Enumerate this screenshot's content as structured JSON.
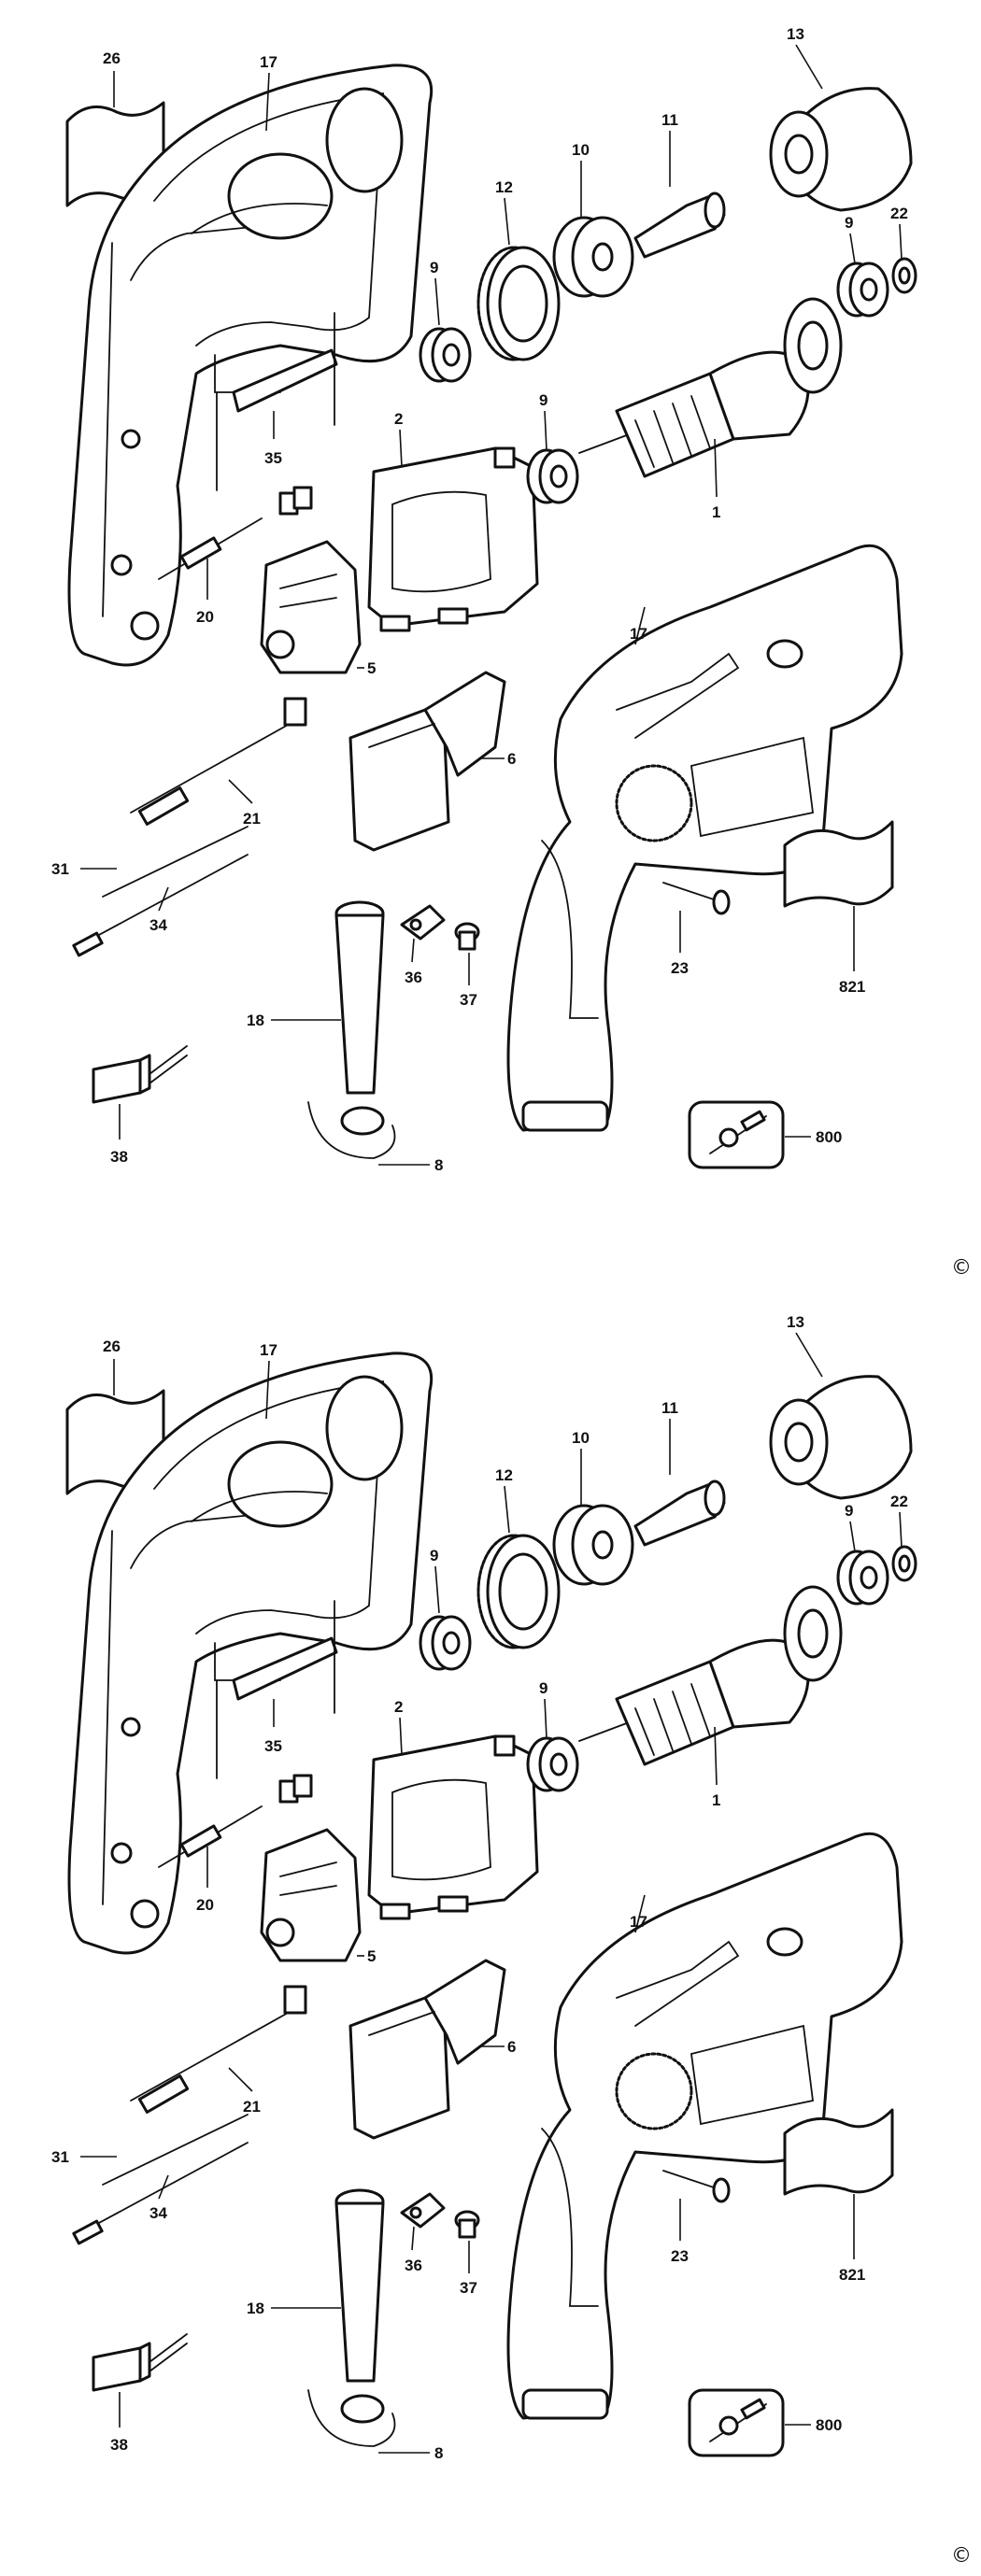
{
  "copyright_symbol": "©",
  "sheets": [
    {
      "labels": {
        "p26": "26",
        "p17a": "17",
        "p13": "13",
        "p11": "11",
        "p10": "10",
        "p12": "12",
        "p9a": "9",
        "p22": "22",
        "p9b": "9",
        "p9c": "9",
        "p2": "2",
        "p35": "35",
        "p1": "1",
        "p20": "20",
        "p5": "5",
        "p17b": "17",
        "p6": "6",
        "p21": "21",
        "p31": "31",
        "p34": "34",
        "p36": "36",
        "p37": "37",
        "p23": "23",
        "p821": "821",
        "p18": "18",
        "p38": "38",
        "p8": "8",
        "p800": "800"
      }
    },
    {
      "labels": {
        "p26": "26",
        "p17a": "17",
        "p13": "13",
        "p11": "11",
        "p10": "10",
        "p12": "12",
        "p9a": "9",
        "p22": "22",
        "p9b": "9",
        "p9c": "9",
        "p2": "2",
        "p35": "35",
        "p1": "1",
        "p20": "20",
        "p5": "5",
        "p17b": "17",
        "p6": "6",
        "p21": "21",
        "p31": "31",
        "p34": "34",
        "p36": "36",
        "p37": "37",
        "p23": "23",
        "p821": "821",
        "p18": "18",
        "p38": "38",
        "p8": "8",
        "p800": "800"
      }
    }
  ]
}
